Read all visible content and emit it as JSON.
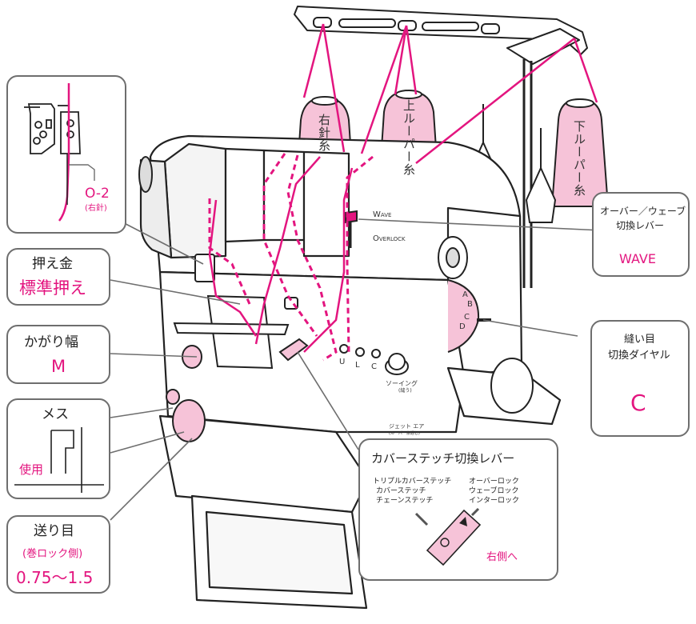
{
  "spools": {
    "right_needle": "右針糸",
    "upper_looper": "上ルーパー糸",
    "lower_looper": "下ルーパー糸"
  },
  "machine_labels": {
    "wave": "Wave",
    "overlock": "Overlock",
    "dial_a": "A",
    "dial_b": "B",
    "dial_c": "C",
    "dial_d": "D",
    "guide_u": "U",
    "guide_l": "L",
    "guide_c": "C",
    "sewing_pos": "ソーイング",
    "sewing_sub": "(縫う)",
    "jet_air": "ジェット エア",
    "jet_sub": "(ルーパー糸通し)"
  },
  "needle_callout": {
    "needle_id": "O-2",
    "needle_pos": "(右針)"
  },
  "presser_foot": {
    "title": "押え金",
    "value": "標準押え"
  },
  "stitch_width": {
    "title": "かがり幅",
    "value": "M"
  },
  "knife": {
    "title": "メス",
    "value": "使用"
  },
  "feed": {
    "title": "送り目",
    "sub": "(巻ロック側)",
    "value": "0.75〜1.5"
  },
  "overlock_wave_lever": {
    "title_line1": "オーバー／ウェーブ",
    "title_line2": "切換レバー",
    "value": "WAVE"
  },
  "stitch_selector": {
    "title_line1": "縫い目",
    "title_line2": "切換ダイヤル",
    "value": "C"
  },
  "cover_stitch_lever": {
    "title": "カバーステッチ切換レバー",
    "left_1": "トリプルカバーステッチ",
    "left_2": "カバーステッチ",
    "left_3": "チェーンステッチ",
    "right_1": "オーバーロック",
    "right_2": "ウェーブロック",
    "right_3": "インターロック",
    "action": "右側へ"
  },
  "colors": {
    "thread_pink": "#e3157f",
    "spool_pink": "#f6c3d8",
    "outline": "#222222",
    "callout_border": "#6e6e6e"
  }
}
